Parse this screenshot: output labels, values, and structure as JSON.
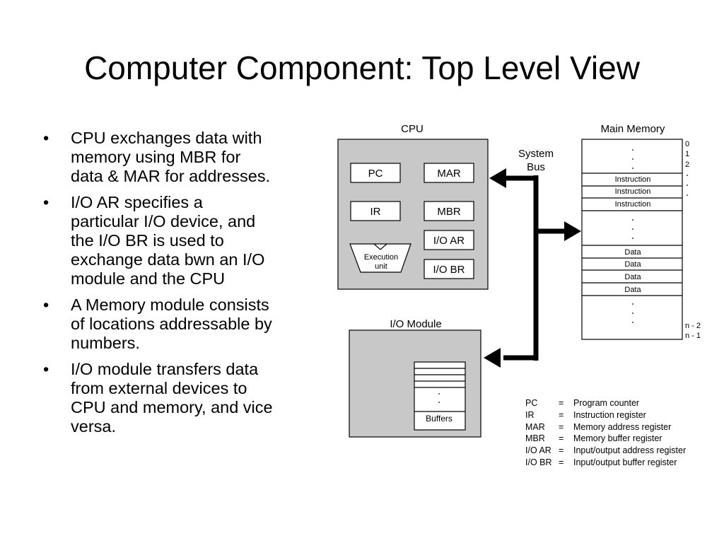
{
  "slide": {
    "title": "Computer Component: Top Level View",
    "bullets": [
      [
        "CPU exchanges data with",
        "memory using MBR for",
        "data & MAR for addresses."
      ],
      [
        "I/O AR specifies a",
        "particular I/O device, and",
        "the I/O BR is used to",
        "exchange data bwn an I/O",
        "module and the CPU"
      ],
      [
        "A Memory module consists",
        "of locations addressable by",
        "numbers."
      ],
      [
        "I/O module transfers data",
        "from external devices to",
        "CPU and memory, and vice",
        "versa."
      ]
    ]
  },
  "diagram": {
    "cpu": {
      "label": "CPU",
      "registers": {
        "pc": "PC",
        "mar": "MAR",
        "ir": "IR",
        "mbr": "MBR",
        "ioar": "I/O AR",
        "iobr": "I/O BR"
      },
      "execution_unit": [
        "Execution",
        "unit"
      ]
    },
    "system_bus": [
      "System",
      "Bus"
    ],
    "main_memory": {
      "label": "Main Memory",
      "instruction_label": "Instruction",
      "data_label": "Data",
      "address_labels": [
        "0",
        "1",
        "2",
        "n - 2",
        "n - 1"
      ]
    },
    "io_module": {
      "label": "I/O Module",
      "buffers_label": "Buffers"
    },
    "legend": [
      {
        "abbr": "PC",
        "eq": "=",
        "desc": "Program counter"
      },
      {
        "abbr": "IR",
        "eq": "=",
        "desc": "Instruction register"
      },
      {
        "abbr": "MAR",
        "eq": "=",
        "desc": "Memory address register"
      },
      {
        "abbr": "MBR",
        "eq": "=",
        "desc": "Memory buffer register"
      },
      {
        "abbr": "I/O AR",
        "eq": "=",
        "desc": "Input/output address register"
      },
      {
        "abbr": "I/O BR",
        "eq": "=",
        "desc": "Input/output buffer register"
      }
    ],
    "colors": {
      "module_fill": "#c8c8c8",
      "stroke": "#000000",
      "box_fill": "#ffffff"
    }
  }
}
